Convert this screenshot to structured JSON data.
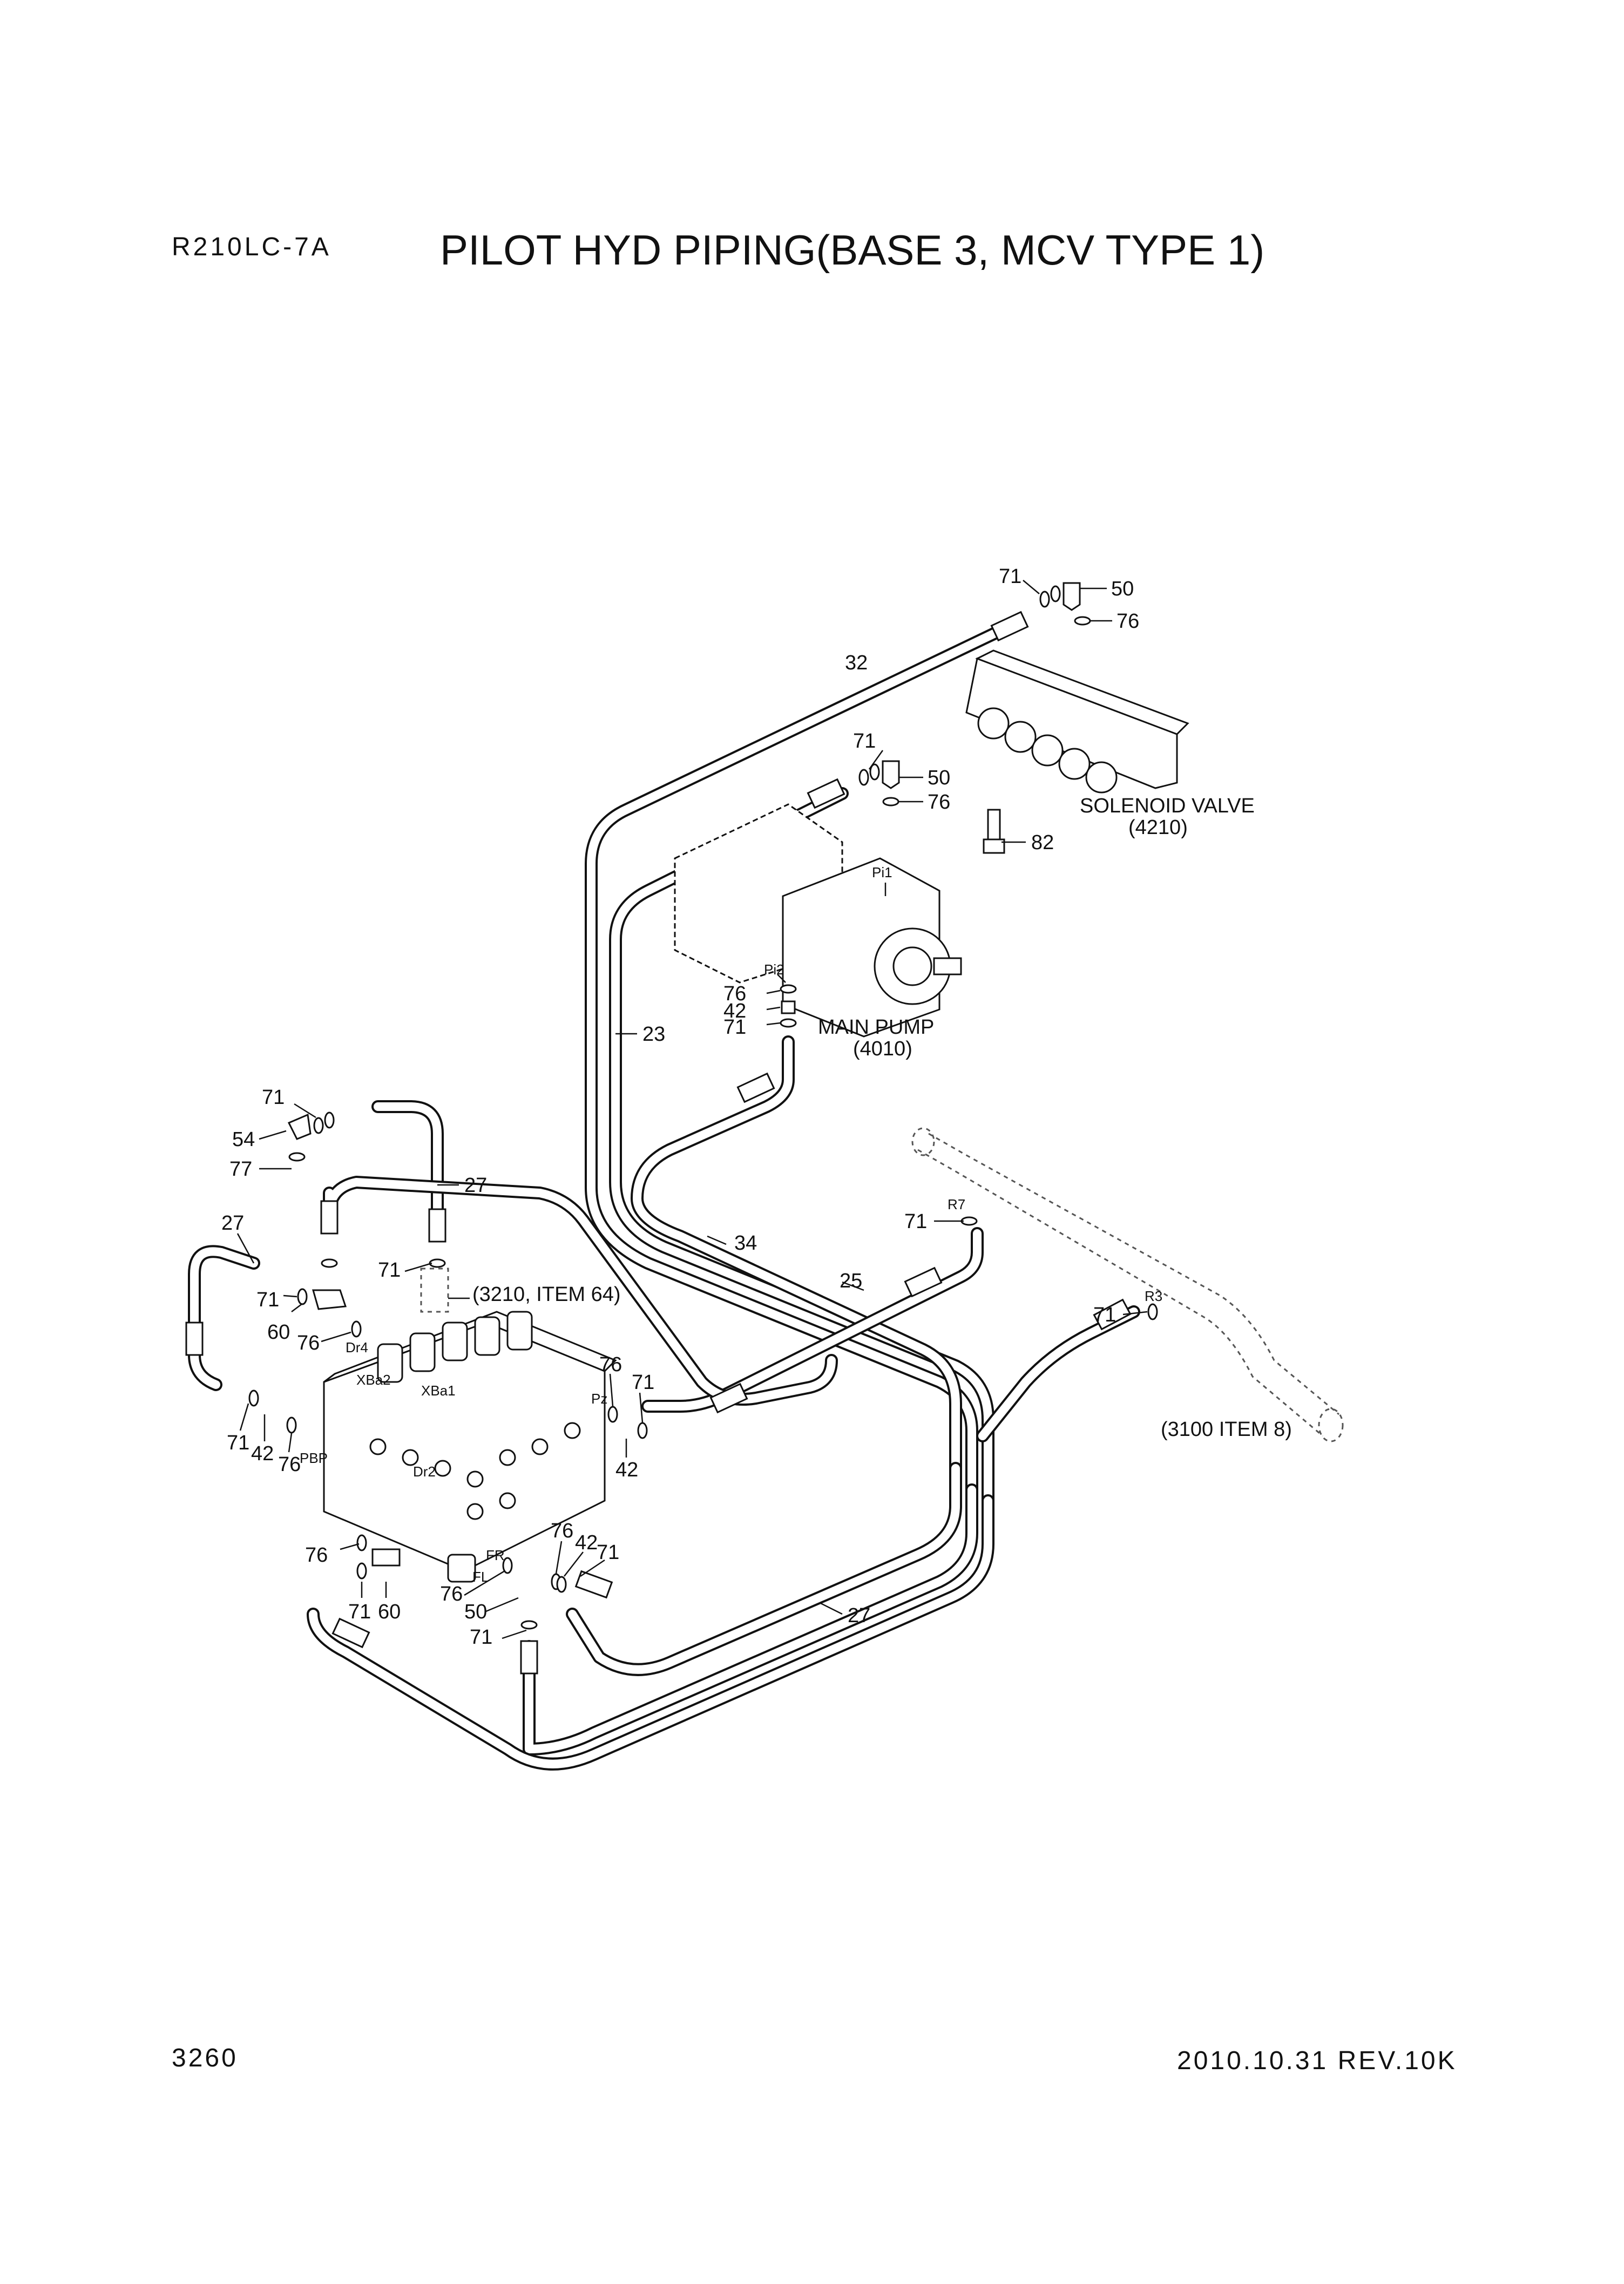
{
  "header": {
    "model": "R210LC-7A",
    "title": "PILOT HYD PIPING(BASE 3, MCV TYPE 1)"
  },
  "footer": {
    "page_number": "3260",
    "revision": "2010.10.31 REV.10K"
  },
  "components": {
    "solenoid_valve": {
      "name": "SOLENOID VALVE",
      "ref": "(4210)"
    },
    "main_pump": {
      "name": "MAIN PUMP",
      "ref": "(4010)"
    },
    "ref_3210": "(3210, ITEM 64)",
    "ref_3100": "(3100 ITEM 8)"
  },
  "port_labels": {
    "pi1": "Pi1",
    "pi2": "Pi2",
    "r7": "R7",
    "r3": "R3",
    "dr4": "Dr4",
    "xba2": "XBa2",
    "xba1": "XBa1",
    "pz": "Pz",
    "pbp": "PBP",
    "dr2": "Dr2",
    "fr": "FR",
    "fl": "FL"
  },
  "callouts": {
    "c71_top": "71",
    "c50_top": "50",
    "c76_top": "76",
    "c32": "32",
    "c71_mid": "71",
    "c50_mid": "50",
    "c76_mid": "76",
    "c82": "82",
    "c76_pi2": "76",
    "c42_pi2": "42",
    "c71_pi2": "71",
    "c23": "23",
    "c71_lt": "71",
    "c54": "54",
    "c77": "77",
    "c27_top": "27",
    "c27_left": "27",
    "c71_l1": "71",
    "c34": "34",
    "c71_r7": "71",
    "c71_l2": "71",
    "c60_l": "60",
    "c76_l": "76",
    "c25": "25",
    "c71_r3": "71",
    "c76_pz": "76",
    "c71_pz": "71",
    "c42_pz": "42",
    "c71_l3": "71",
    "c42_l3": "42",
    "c76_l3": "76",
    "c76_b1": "76",
    "c42_b1": "42",
    "c71_b1": "71",
    "c76_b2": "76",
    "c71_b2": "71",
    "c60_b2": "60",
    "c76_b3": "76",
    "c50_b3": "50",
    "c71_b3": "71",
    "c27_bot": "27"
  }
}
